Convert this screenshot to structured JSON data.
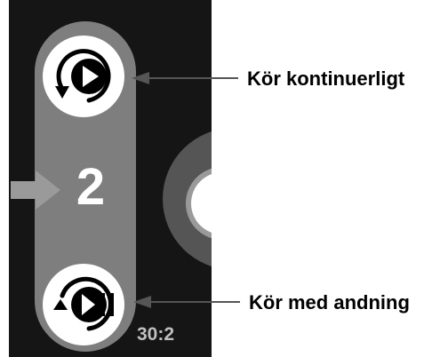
{
  "screen": {
    "cycle_count": "2",
    "ratio": "30:2"
  },
  "buttons": {
    "run_continuous": {
      "icon": "replay-play-icon"
    },
    "run_with_breathing": {
      "icon": "breath-play-pause-icon"
    }
  },
  "callouts": {
    "run_continuous_label": "Kör kontinuerligt",
    "run_with_breathing_label": "Kör med andning"
  },
  "colors": {
    "screen_background": "#151515",
    "pill": "#7e7e7e",
    "button_face": "#ffffff",
    "icon": "#000000",
    "ratio_text": "#bfbfbf",
    "pointer_arrow": "#9a9a9a"
  }
}
